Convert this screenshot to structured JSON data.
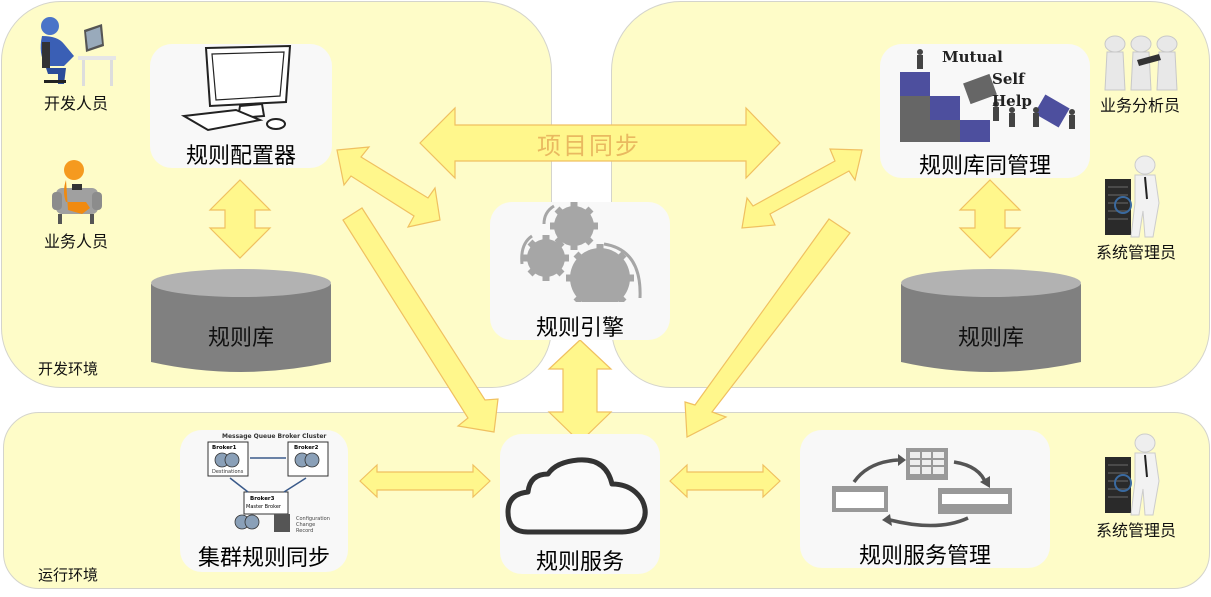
{
  "environments": {
    "development": "开发环境",
    "runtime": "运行环境"
  },
  "roles": {
    "developer": "开发人员",
    "business_user": "业务人员",
    "business_analyst": "业务分析员",
    "sysadmin_top": "系统管理员",
    "sysadmin_bottom": "系统管理员"
  },
  "components": {
    "rule_configurator": "规则配置器",
    "rule_repo_left": "规则库",
    "rule_engine": "规则引擎",
    "rule_repo_mgmt": "规则库同管理",
    "rule_repo_right": "规则库",
    "cluster_sync": "集群规则同步",
    "rule_service": "规则服务",
    "rule_service_mgmt": "规则服务管理"
  },
  "puzzle_image_text": [
    "Mutual",
    "Self",
    "Help"
  ],
  "cluster_image_text": {
    "title": "Message Queue Broker Cluster",
    "broker1": "Broker1",
    "destinations": "Destinations",
    "broker2": "Broker2",
    "broker3": "Broker3",
    "master": "Master Broker",
    "config": "Configuration",
    "change": "Change",
    "record": "Record"
  },
  "connectors": {
    "project_sync": "项目同步"
  },
  "colors": {
    "panel_fill": "#fefcc8",
    "arrow_fill": "#fff78c",
    "arrow_stroke": "#f0c060",
    "db_body": "#808080",
    "db_top": "#b2b2b2",
    "puzzle_purple": "#4d4f9e"
  }
}
